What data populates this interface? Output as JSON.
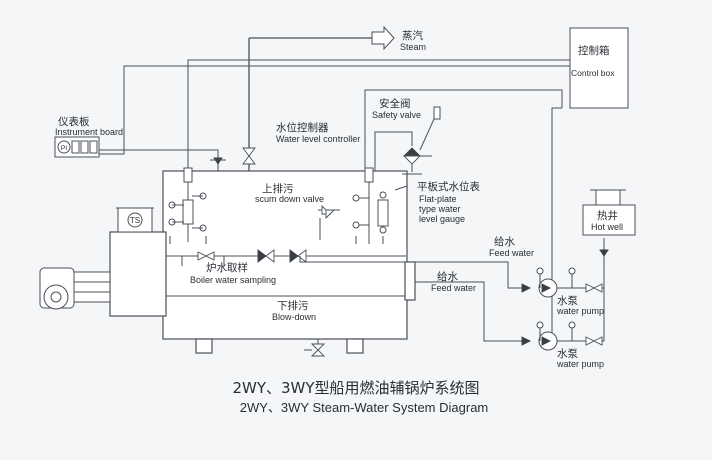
{
  "title": {
    "zh": "2WY、3WY型船用燃油辅锅炉系统图",
    "en": "2WY、3WY Steam-Water System Diagram"
  },
  "labels": {
    "steam_zh": "蒸汽",
    "steam_en": "Steam",
    "control_box_zh": "控制箱",
    "control_box_en": "Control box",
    "instrument_board_zh": "仪表板",
    "instrument_board_en": "Instrument board",
    "instrument_badge": "PI",
    "water_level_controller_zh": "水位控制器",
    "water_level_controller_en": "Water level controller",
    "safety_valve_zh": "安全阀",
    "safety_valve_en": "Safety valve",
    "scum_down_zh": "上排污",
    "scum_down_en": "scum down valve",
    "flat_plate_zh": "平板式水位表",
    "flat_plate_en_1": "Flat-plate",
    "flat_plate_en_2": "type water",
    "flat_plate_en_3": "level gauge",
    "hot_well_zh": "热井",
    "hot_well_en": "Hot well",
    "feed_water_zh_1": "给水",
    "feed_water_en_1": "Feed water",
    "feed_water_zh_2": "给水",
    "feed_water_en_2": "Feed water",
    "boiler_sampling_zh": "炉水取样",
    "boiler_sampling_en": "Boiler water sampling",
    "blow_down_zh": "下排污",
    "blow_down_en": "Blow-down",
    "pump_zh_1": "水泵",
    "pump_en_1": "water pump",
    "pump_zh_2": "水泵",
    "pump_en_2": "water pump",
    "ts_badge": "TS"
  }
}
